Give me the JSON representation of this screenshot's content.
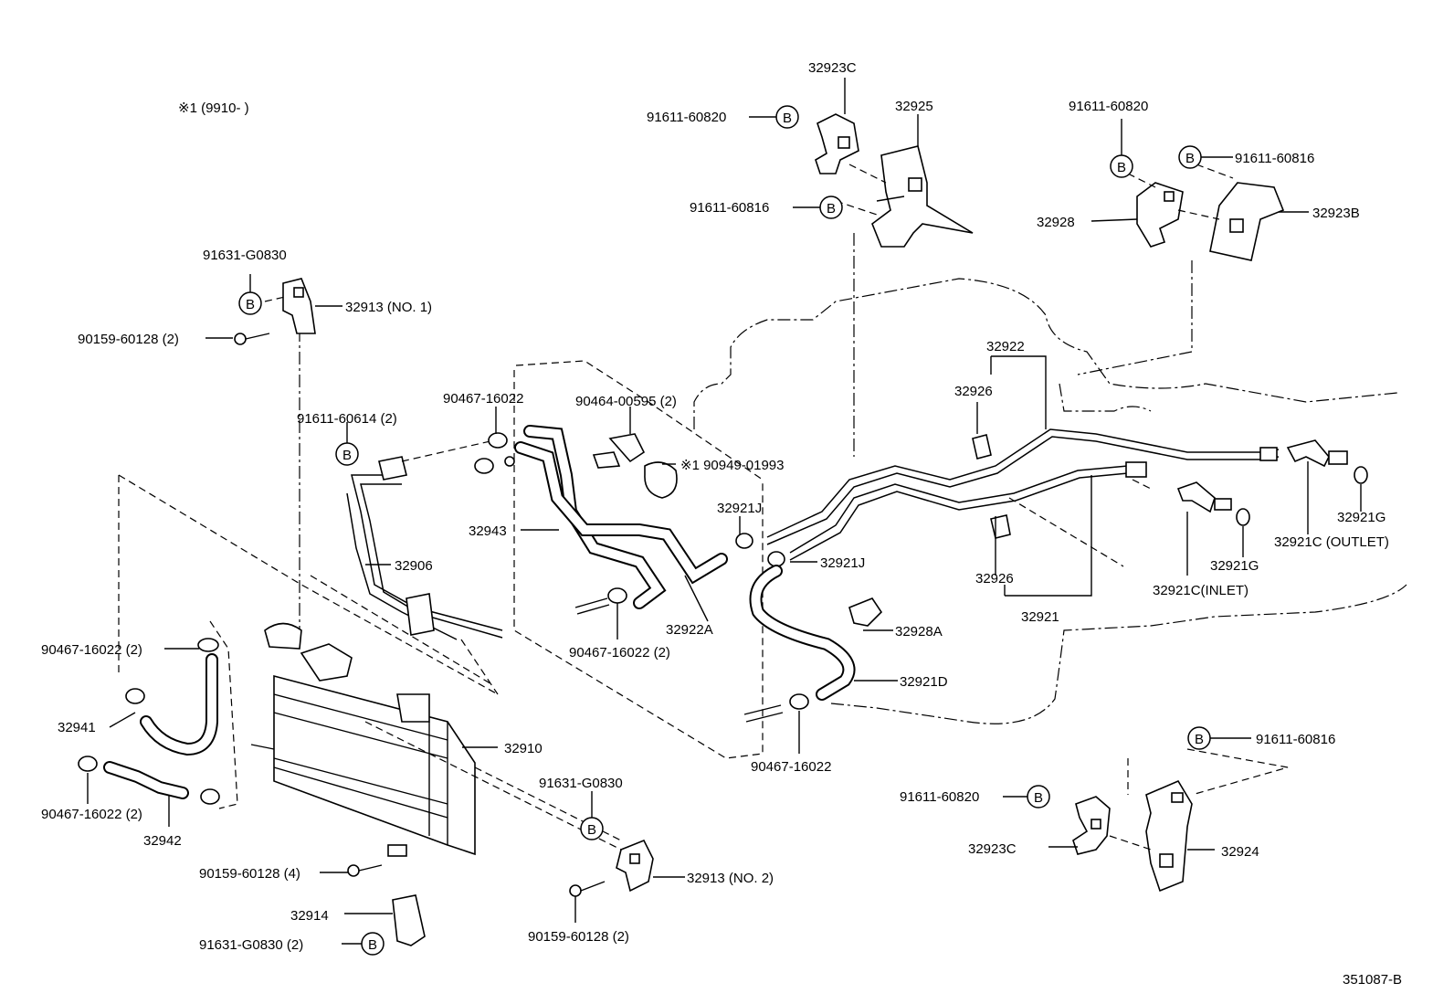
{
  "note": "※1 (9910- )",
  "ref_code": "351087-B",
  "bolt_symbol": "B",
  "labels": {
    "l_32923C_top": "32923C",
    "l_91611_60820_a": "91611-60820",
    "l_32925": "32925",
    "l_91611_60816_a": "91611-60816",
    "l_91611_60820_b": "91611-60820",
    "l_91611_60816_b": "91611-60816",
    "l_32928": "32928",
    "l_32923B": "32923B",
    "l_91631_G0830_a": "91631-G0830",
    "l_32913_no1": "32913 (NO. 1)",
    "l_90159_60128_a": "90159-60128 (2)",
    "l_32922": "32922",
    "l_32926_a": "32926",
    "l_90467_16022_a": "90467-16022",
    "l_90464_00595": "90464-00595 (2)",
    "l_91611_60614": "91611-60614 (2)",
    "l_90949_01993": "※1 90949-01993",
    "l_32921J_a": "32921J",
    "l_32921J_b": "32921J",
    "l_32943": "32943",
    "l_32906": "32906",
    "l_32922A": "32922A",
    "l_90467_16022_b": "90467-16022 (2)",
    "l_32928A": "32928A",
    "l_32921D": "32921D",
    "l_32926_b": "32926",
    "l_32921": "32921",
    "l_32921G_a": "32921G",
    "l_32921C_out": "32921C (OUTLET)",
    "l_32921G_b": "32921G",
    "l_32921C_in": "32921C(INLET)",
    "l_90467_16022_c": "90467-16022 (2)",
    "l_32941": "32941",
    "l_32910": "32910",
    "l_90467_16022_d": "90467-16022 (2)",
    "l_32942": "32942",
    "l_90467_16022_e": "90467-16022",
    "l_91631_G0830_b": "91631-G0830",
    "l_90159_60128_b": "90159-60128 (4)",
    "l_32913_no2": "32913 (NO. 2)",
    "l_32914": "32914",
    "l_90159_60128_c": "90159-60128 (2)",
    "l_91631_G0830_c": "91631-G0830 (2)",
    "l_91611_60816_c": "91611-60816",
    "l_91611_60820_c": "91611-60820",
    "l_32923C_bot": "32923C",
    "l_32924": "32924"
  }
}
